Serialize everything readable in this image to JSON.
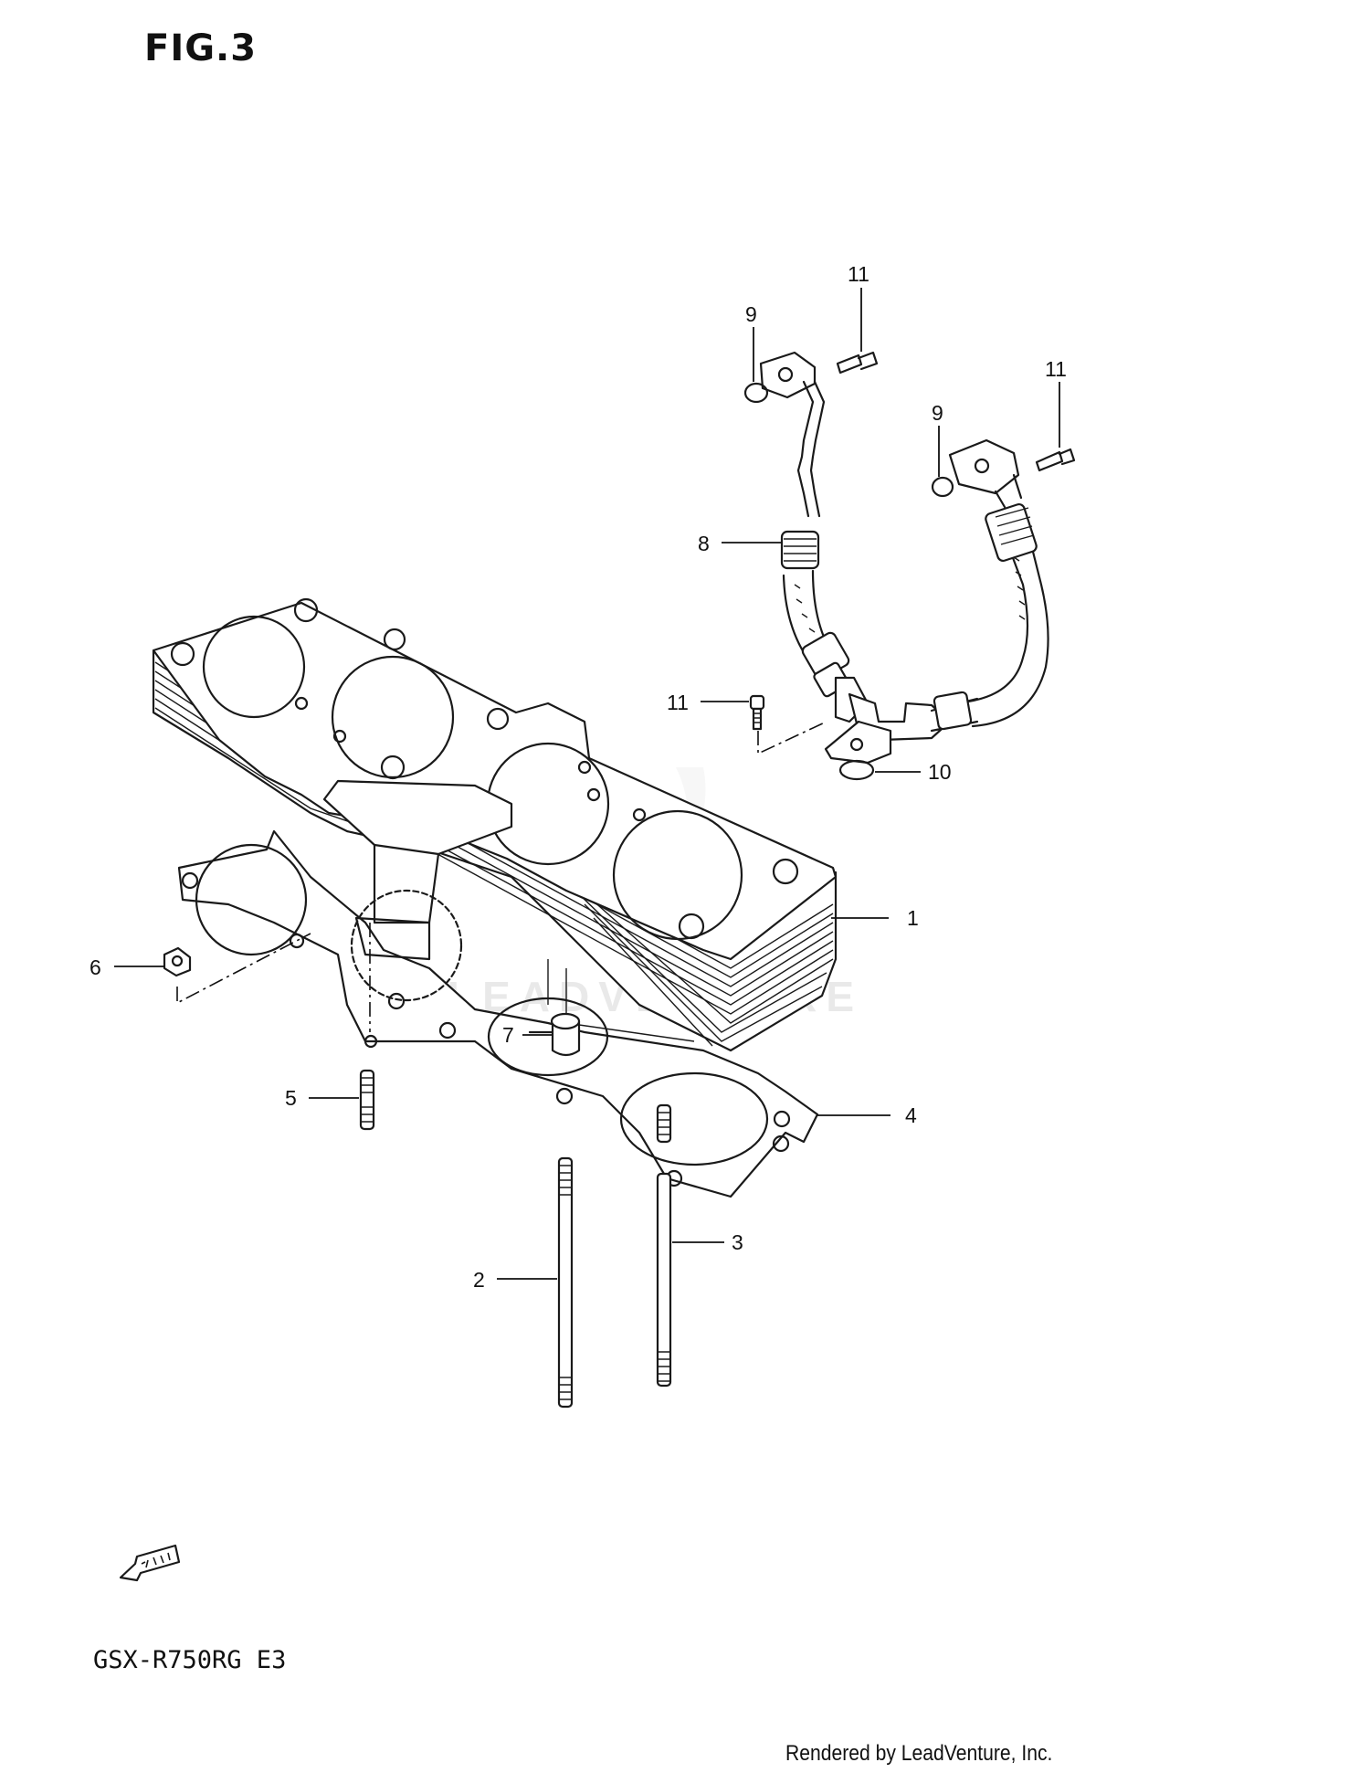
{
  "figure": {
    "title": "FIG.3",
    "model_code": "GSX-R750RG  E3",
    "credit": "Rendered by LeadVenture, Inc.",
    "watermark": "LEADVENTURE"
  },
  "callouts": [
    {
      "id": "1",
      "label": "1"
    },
    {
      "id": "2",
      "label": "2"
    },
    {
      "id": "3",
      "label": "3"
    },
    {
      "id": "4",
      "label": "4"
    },
    {
      "id": "5",
      "label": "5"
    },
    {
      "id": "6",
      "label": "6"
    },
    {
      "id": "7",
      "label": "7"
    },
    {
      "id": "8",
      "label": "8"
    },
    {
      "id": "9a",
      "label": "9"
    },
    {
      "id": "9b",
      "label": "9"
    },
    {
      "id": "10",
      "label": "10"
    },
    {
      "id": "11a",
      "label": "11"
    },
    {
      "id": "11b",
      "label": "11"
    },
    {
      "id": "11c",
      "label": "11"
    }
  ],
  "icons": {
    "front_arrow": "fwd-arrow-icon",
    "watermark_logo": "leadventure-logo-icon"
  }
}
